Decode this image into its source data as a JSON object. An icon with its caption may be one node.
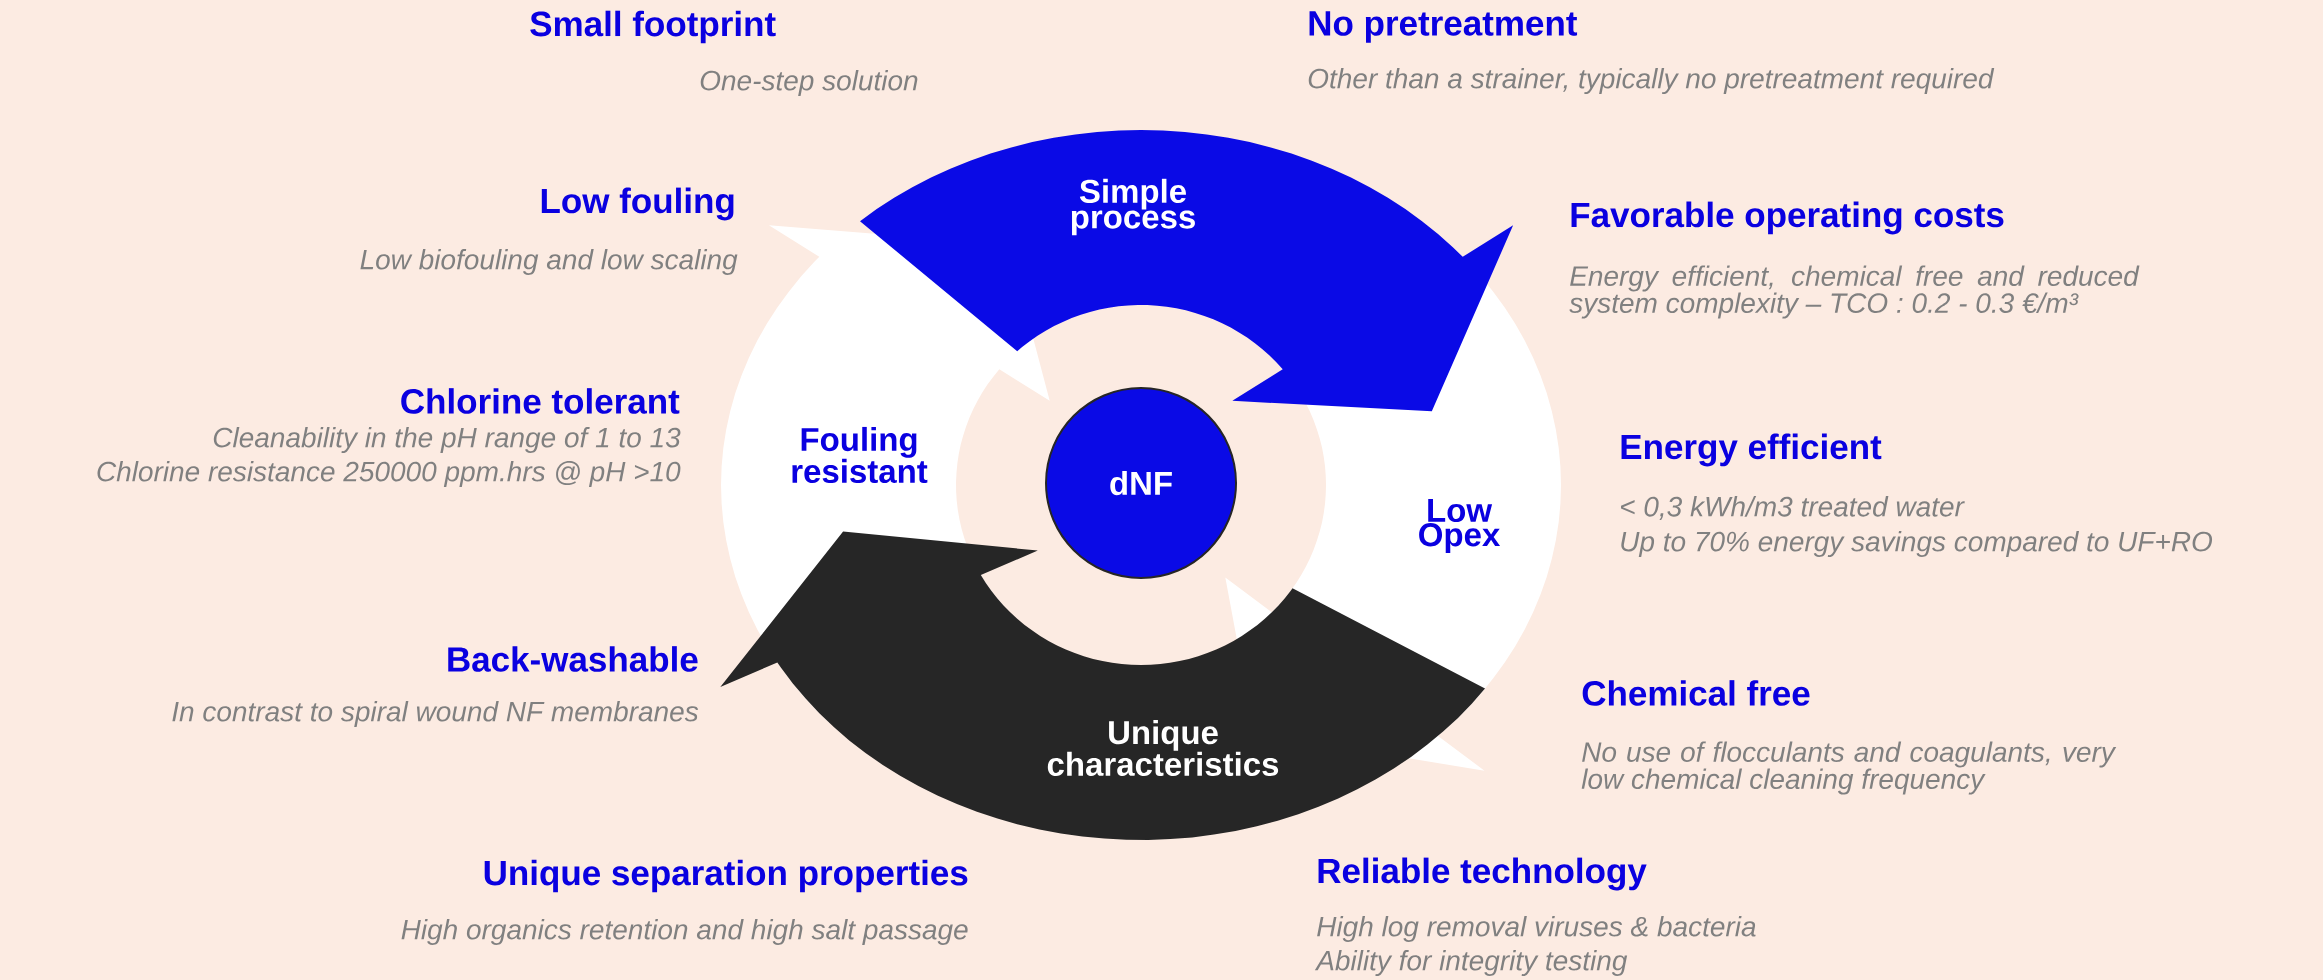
{
  "diagram": {
    "nodes": [
      {
        "text": [
          "dNF"
        ]
      },
      {
        "text": [
          "Simple process"
        ]
      },
      {
        "text": [
          "Low Opex"
        ]
      },
      {
        "text": [
          "Unique characteristics"
        ]
      },
      {
        "text": [
          "Fouling resistant"
        ]
      }
    ],
    "labels": [
      "Small footprint",
      "One-step solution",
      "No pretreatment",
      "Other than a strainer, typically no pretreatment required",
      "Low fouling",
      "Low biofouling and low scaling",
      "Favorable operating costs",
      "Energy efficient, chemical free and reduced system complexity – TCO : 0.2 - 0.3 €/m³",
      "Chlorine tolerant",
      "Cleanability in the pH range of 1 to 13",
      "Chlorine resistance 250000 ppm.hrs @ pH >10",
      "Energy efficient",
      "< 0,3 kWh/m3 treated water",
      "Up to 70% energy savings compared to UF+RO",
      "Back-washable",
      "In contrast to spiral wound NF membranes",
      "Chemical free",
      "No use of flocculants and coagulants, very low chemical cleaning frequency",
      "Unique separation properties",
      "High organics retention and high salt passage",
      "Reliable technology",
      "High log removal viruses & bacteria",
      "Ability for integrity testing"
    ]
  }
}
